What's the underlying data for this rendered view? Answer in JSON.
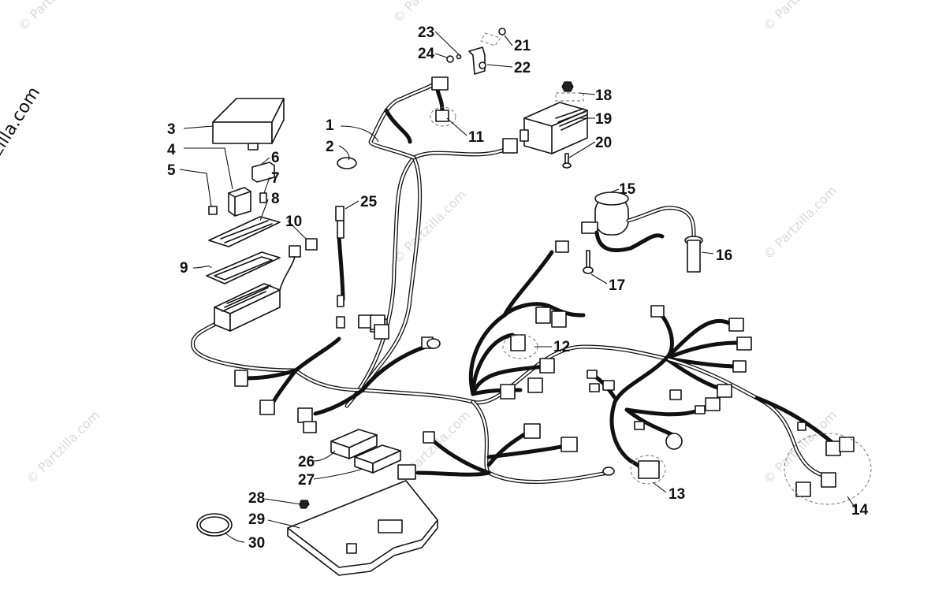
{
  "watermark": {
    "text": "© Partzilla.com"
  },
  "brand_label": "© Partzilla.com",
  "callouts": [
    "1",
    "2",
    "3",
    "4",
    "5",
    "6",
    "7",
    "8",
    "9",
    "10",
    "11",
    "12",
    "13",
    "14",
    "15",
    "16",
    "17",
    "18",
    "19",
    "20",
    "21",
    "22",
    "23",
    "24",
    "25",
    "26",
    "27",
    "28",
    "29",
    "30"
  ]
}
